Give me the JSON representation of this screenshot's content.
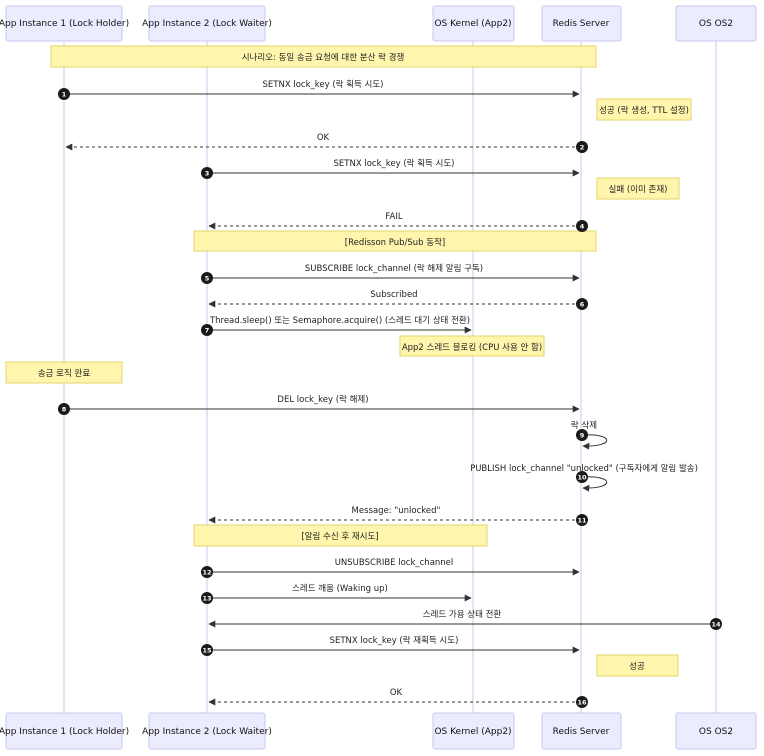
{
  "actors": [
    {
      "id": "app1",
      "label": "App Instance 1 (Lock Holder)"
    },
    {
      "id": "app2",
      "label": "App Instance 2 (Lock Waiter)"
    },
    {
      "id": "os",
      "label": "OS Kernel (App2)"
    },
    {
      "id": "redis",
      "label": "Redis Server"
    },
    {
      "id": "os2",
      "label": "OS OS2"
    }
  ],
  "notes": [
    {
      "text": "시나리오: 동일 송금 요청에 대한 분산 락 경쟁"
    },
    {
      "text": "성공 (락 생성, TTL 설정)"
    },
    {
      "text": "실패 (이미 존재)"
    },
    {
      "text": "[Redisson Pub/Sub 동작]"
    },
    {
      "text": "App2 스레드 블로킹 (CPU 사용 안 함)"
    },
    {
      "text": "송금 로직 완료"
    },
    {
      "text": "[알림 수신 후 재시도]"
    },
    {
      "text": "성공"
    }
  ],
  "messages": [
    {
      "n": "1",
      "text": "SETNX lock_key (락 획득 시도)",
      "from": "app1",
      "to": "redis",
      "dashed": false
    },
    {
      "n": "2",
      "text": "OK",
      "from": "redis",
      "to": "app1",
      "dashed": true
    },
    {
      "n": "3",
      "text": "SETNX lock_key (락 획득 시도)",
      "from": "app2",
      "to": "redis",
      "dashed": false
    },
    {
      "n": "4",
      "text": "FAIL",
      "from": "redis",
      "to": "app2",
      "dashed": true
    },
    {
      "n": "5",
      "text": "SUBSCRIBE lock_channel (락 해제 알림 구독)",
      "from": "app2",
      "to": "redis",
      "dashed": false
    },
    {
      "n": "6",
      "text": "Subscribed",
      "from": "redis",
      "to": "app2",
      "dashed": true
    },
    {
      "n": "7",
      "text": "Thread.sleep() 또는 Semaphore.acquire() (스레드 대기 상태 전환)",
      "from": "app2",
      "to": "os",
      "dashed": false
    },
    {
      "n": "8",
      "text": "DEL lock_key (락 해제)",
      "from": "app1",
      "to": "redis",
      "dashed": false
    },
    {
      "n": "9",
      "text": "락 삭제",
      "from": "redis",
      "to": "redis",
      "dashed": false
    },
    {
      "n": "10",
      "text": "PUBLISH lock_channel \"unlocked\" (구독자에게 알림 발송)",
      "from": "redis",
      "to": "redis",
      "dashed": false
    },
    {
      "n": "11",
      "text": "Message: \"unlocked\"",
      "from": "redis",
      "to": "app2",
      "dashed": true
    },
    {
      "n": "12",
      "text": "UNSUBSCRIBE lock_channel",
      "from": "app2",
      "to": "redis",
      "dashed": false
    },
    {
      "n": "13",
      "text": "스레드 깨움 (Waking up)",
      "from": "app2",
      "to": "os",
      "dashed": false
    },
    {
      "n": "14",
      "text": "스레드 가용 상태 전환",
      "from": "os2",
      "to": "app2",
      "dashed": false
    },
    {
      "n": "15",
      "text": "SETNX lock_key (락 재획득 시도)",
      "from": "app2",
      "to": "redis",
      "dashed": false
    },
    {
      "n": "16",
      "text": "OK",
      "from": "redis",
      "to": "app2",
      "dashed": true
    }
  ]
}
